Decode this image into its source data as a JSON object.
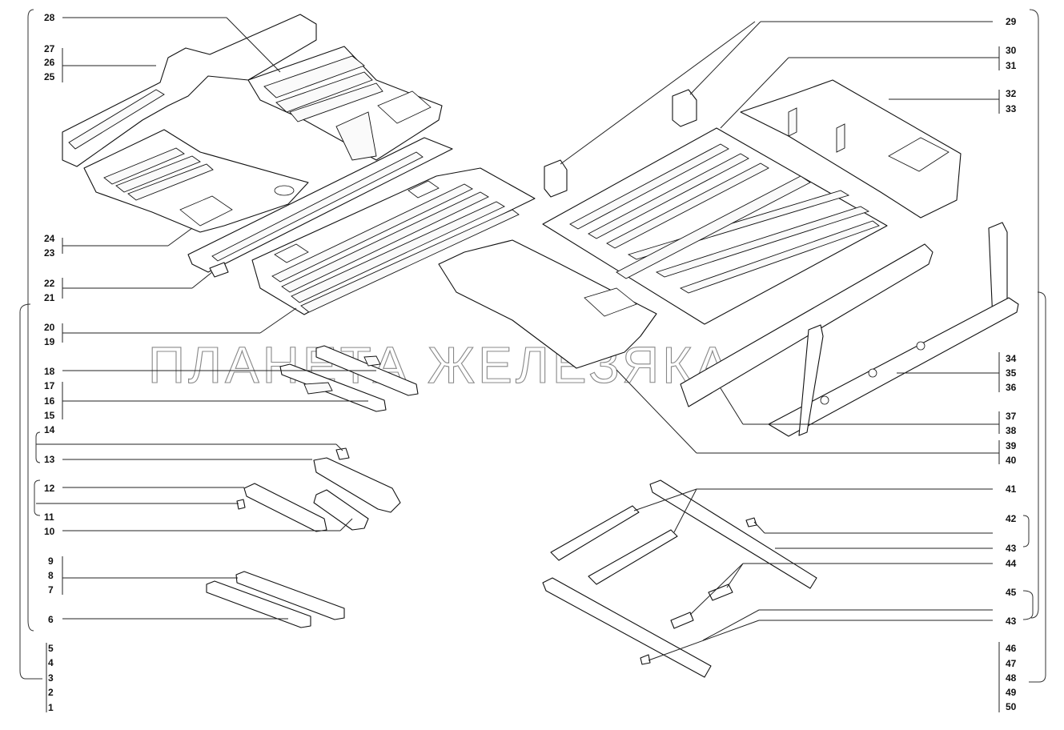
{
  "watermark": "ПЛАНЕТА ЖЕЛЕЗЯКА",
  "callouts_left": [
    "28",
    "27",
    "26",
    "25",
    "24",
    "23",
    "22",
    "21",
    "20",
    "19",
    "18",
    "17",
    "16",
    "15",
    "14",
    "13",
    "12",
    "11",
    "10",
    "9",
    "8",
    "7",
    "6",
    "5",
    "4",
    "3",
    "2",
    "1"
  ],
  "callouts_right": [
    "29",
    "30",
    "31",
    "32",
    "33",
    "34",
    "35",
    "36",
    "37",
    "38",
    "39",
    "40",
    "41",
    "42",
    "43",
    "44",
    "45",
    "43",
    "46",
    "47",
    "48",
    "49",
    "50"
  ]
}
